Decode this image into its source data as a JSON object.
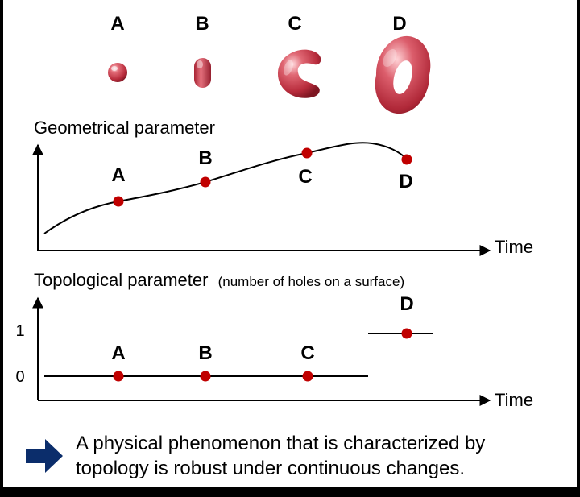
{
  "shapes": [
    {
      "label": "A",
      "form": "sphere-icon"
    },
    {
      "label": "B",
      "form": "capsule-icon"
    },
    {
      "label": "C",
      "form": "c-shape-icon"
    },
    {
      "label": "D",
      "form": "torus-icon"
    }
  ],
  "geometric_plot": {
    "title": "Geometrical parameter",
    "x_label": "Time",
    "points": [
      {
        "label": "A"
      },
      {
        "label": "B"
      },
      {
        "label": "C"
      },
      {
        "label": "D"
      }
    ]
  },
  "topological_plot": {
    "title": "Topological parameter",
    "subtitle": "(number of holes on a surface)",
    "x_label": "Time",
    "y_ticks": [
      "0",
      "1"
    ],
    "points": [
      {
        "label": "A",
        "value": 0
      },
      {
        "label": "B",
        "value": 0
      },
      {
        "label": "C",
        "value": 0
      },
      {
        "label": "D",
        "value": 1
      }
    ]
  },
  "conclusion": {
    "line1": "A physical phenomenon that is characterized by",
    "line2": "topology is robust under continuous changes."
  },
  "colors": {
    "marker": "#c00000",
    "shape_base": "#c8394a",
    "arrow": "#0b2d6b"
  }
}
